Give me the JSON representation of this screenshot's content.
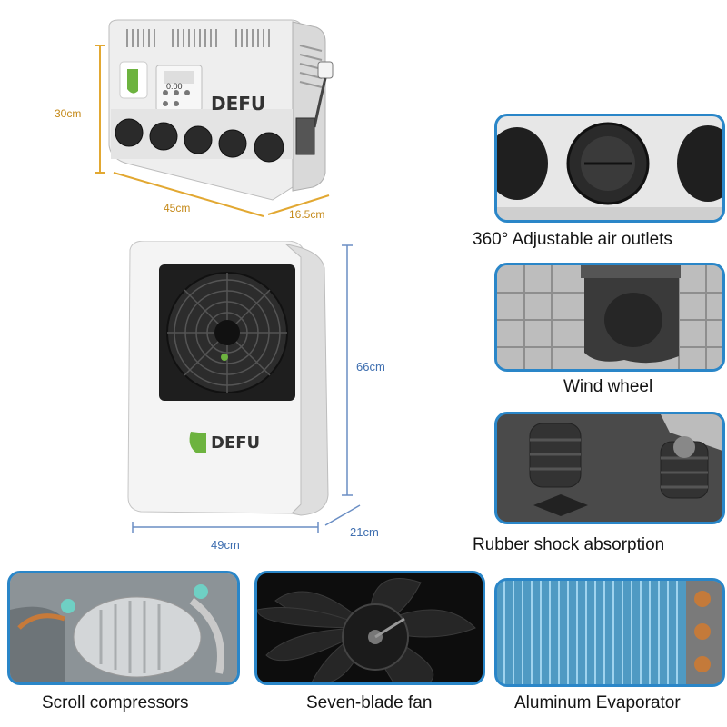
{
  "brand": "DEFU",
  "top_unit": {
    "height": "30cm",
    "width": "45cm",
    "depth": "16.5cm",
    "display_reading": "0:00"
  },
  "bottom_unit": {
    "height": "66cm",
    "width": "49cm",
    "depth": "21cm"
  },
  "features": {
    "air_outlets": "360° Adjustable air outlets",
    "wind_wheel": "Wind wheel",
    "shock_absorption": "Rubber shock absorption",
    "compressor": "Scroll compressors",
    "fan": "Seven-blade fan",
    "evaporator": "Aluminum Evaporator"
  },
  "colors": {
    "panel_border": "#2a86c8",
    "dimension_orange": "#c58a1a",
    "dimension_blue": "#3f6fb0",
    "logo_green": "#6db33f"
  }
}
